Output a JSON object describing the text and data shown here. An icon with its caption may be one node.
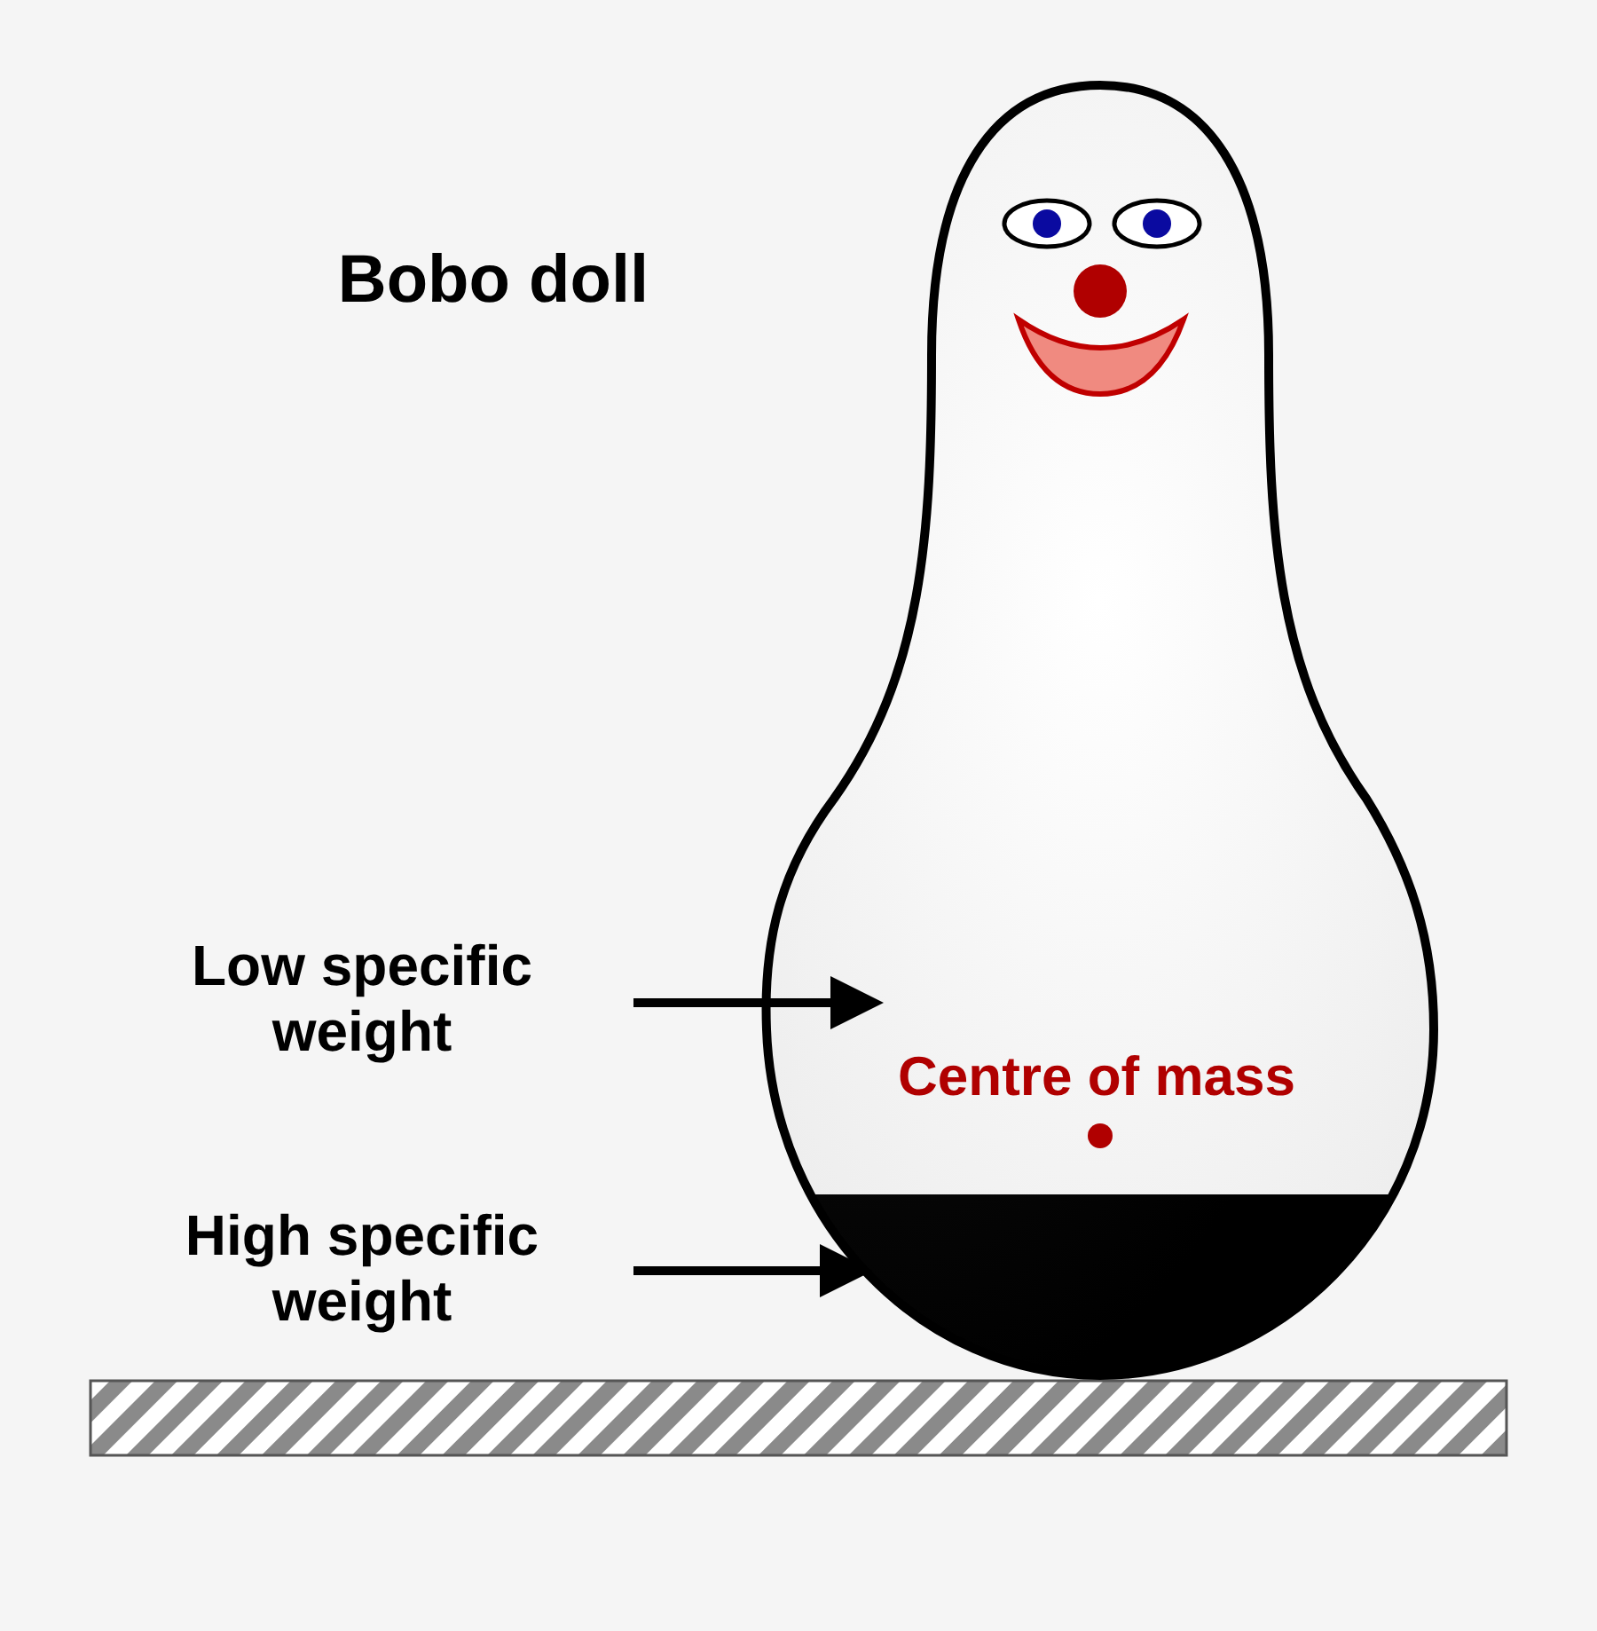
{
  "diagram": {
    "title": "Bobo doll",
    "nodes": [
      {
        "text": [
          "Low specific weight"
        ]
      },
      {
        "text": [],
        "shape": "picture"
      },
      {
        "text": [
          "High specific weight"
        ]
      },
      {
        "text": [],
        "shape": "picture"
      }
    ],
    "edges": [
      {
        "from": 0,
        "to": 1,
        "arrow": "to"
      },
      {
        "from": 2,
        "to": 3,
        "arrow": "to"
      }
    ],
    "labels": [
      "Centre of mass"
    ]
  }
}
